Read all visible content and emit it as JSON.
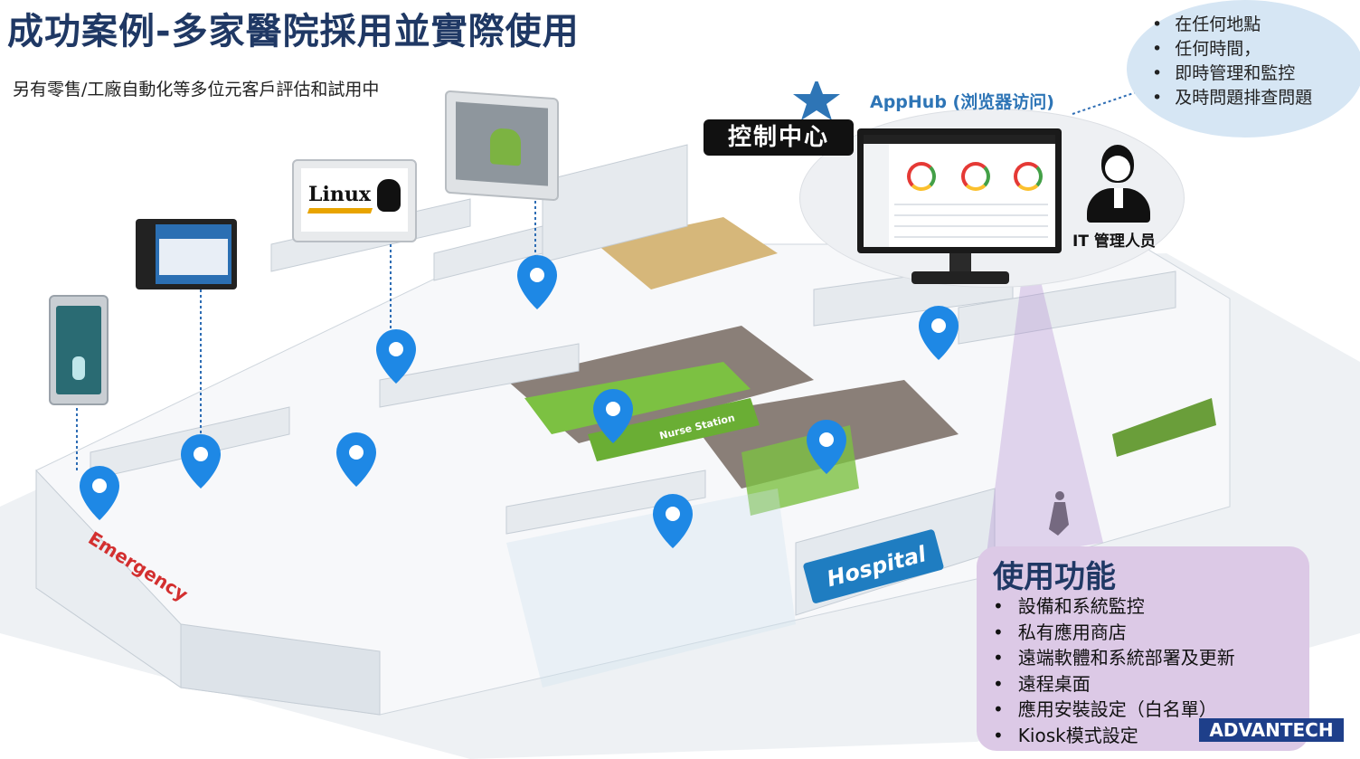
{
  "title": "成功案例-多家醫院採用並實際使用",
  "subtitle": "另有零售/工廠自動化等多位元客戶評估和試用中",
  "cloud": {
    "items": [
      "在任何地點",
      "任何時間，",
      "即時管理和監控",
      "及時問題排查問題"
    ]
  },
  "control_center": {
    "label": "控制中心",
    "apphub_label": "AppHub (浏览器访问)",
    "admin_label": "IT 管理人员"
  },
  "features": {
    "heading": "使用功能",
    "items": [
      "設備和系統監控",
      "私有應用商店",
      "遠端軟體和系統部署及更新",
      "遠程桌面",
      "應用安裝設定（白名單）",
      "Kiosk模式設定"
    ]
  },
  "devices": {
    "linux_label": "Linux"
  },
  "signage": {
    "emergency": "Emergency",
    "hospital": "Hospital",
    "nurse_station": "Nurse Station"
  },
  "logo": "ADVANTECH",
  "colors": {
    "title": "#1f3864",
    "pin": "#1e88e5",
    "cloud": "#d6e6f4",
    "features_panel": "#dcc9e6",
    "hospital_sign": "#1f7dc1",
    "accent_green": "#7cc142"
  }
}
